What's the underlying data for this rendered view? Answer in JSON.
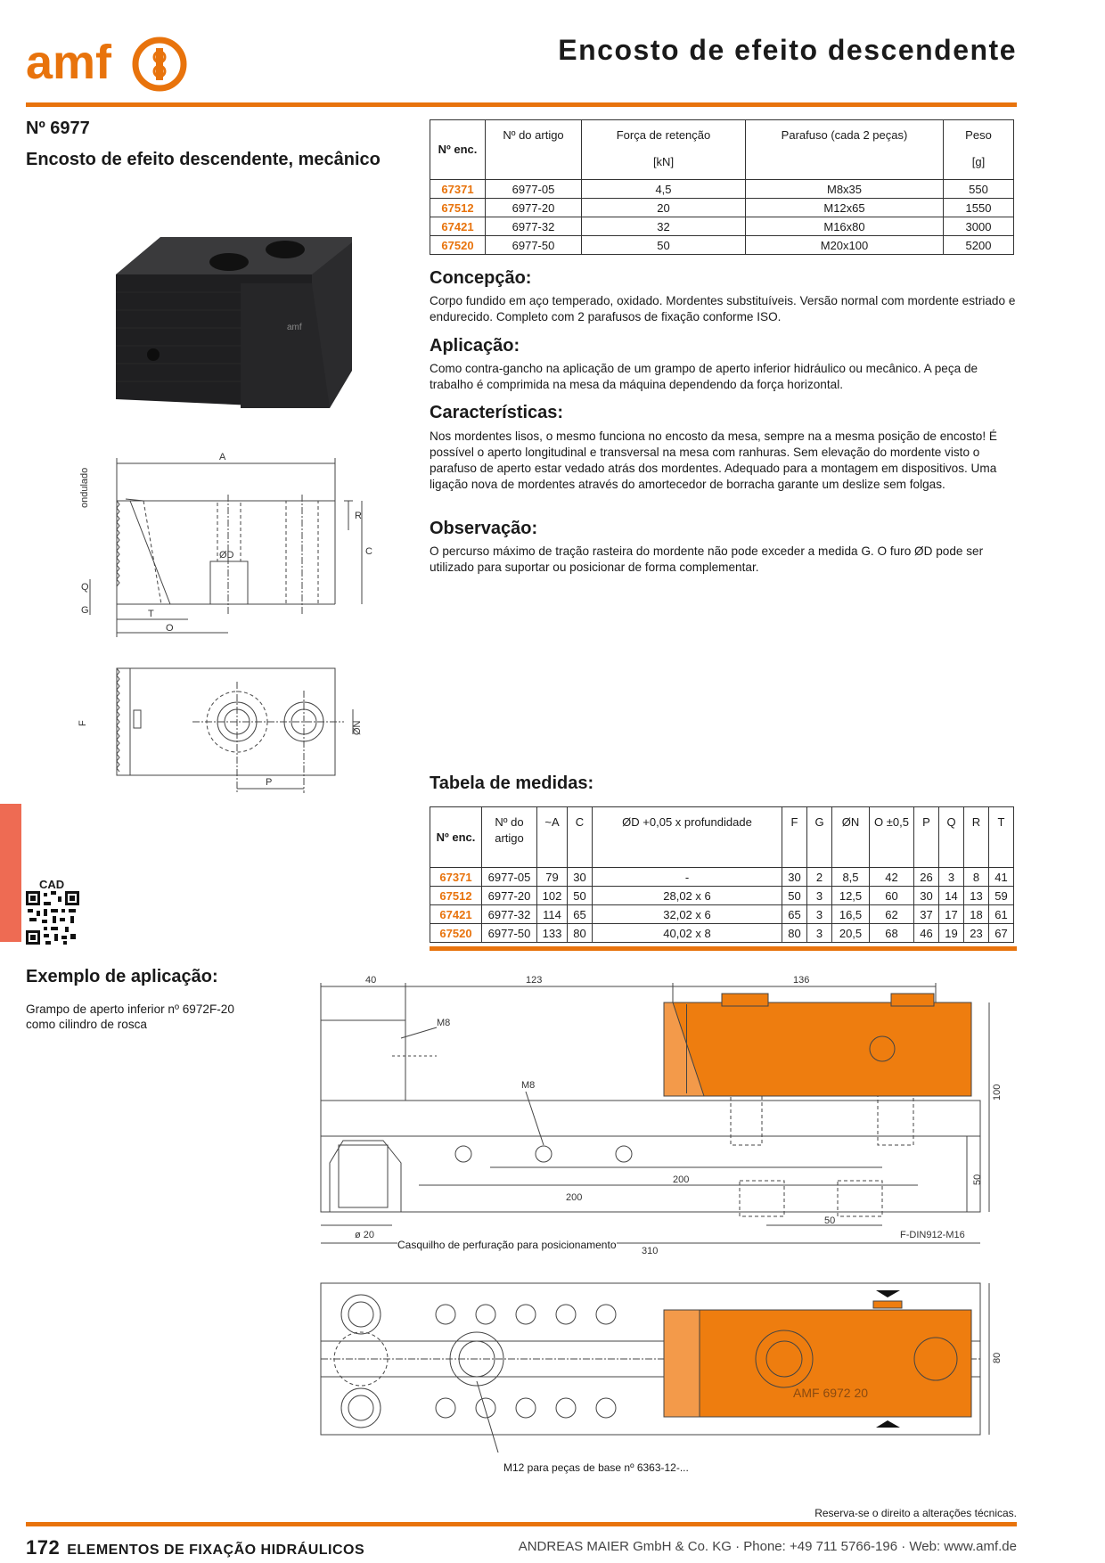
{
  "header": {
    "logo_text": "amf",
    "title": "Encosto de efeito descendente"
  },
  "product": {
    "number": "Nº 6977",
    "subtitle": "Encosto de efeito descendente, mecânico"
  },
  "spec_table": {
    "headers": [
      "Nº enc.",
      "Nº do artigo",
      "Força de retenção",
      "Parafuso (cada 2 peças)",
      "Peso"
    ],
    "units": [
      "",
      "",
      "[kN]",
      "",
      "[g]"
    ],
    "rows": [
      [
        "67371",
        "6977-05",
        "4,5",
        "M8x35",
        "550"
      ],
      [
        "67512",
        "6977-20",
        "20",
        "M12x65",
        "1550"
      ],
      [
        "67421",
        "6977-32",
        "32",
        "M16x80",
        "3000"
      ],
      [
        "67520",
        "6977-50",
        "50",
        "M20x100",
        "5200"
      ]
    ]
  },
  "sections": {
    "concepcao_title": "Concepção:",
    "concepcao_text": "Corpo fundido em aço temperado, oxidado. Mordentes substituíveis. Versão normal com mordente estriado e endurecido. Completo com 2 parafusos de fixação conforme ISO.",
    "aplicacao_title": "Aplicação:",
    "aplicacao_text": "Como contra-gancho na aplicação de um grampo de aperto inferior hidráulico ou mecânico. A peça de trabalho é comprimida na mesa da máquina dependendo da força horizontal.",
    "caracteristicas_title": "Características:",
    "caracteristicas_text": "Nos mordentes lisos, o mesmo funciona no encosto da mesa, sempre na a mesma posição de encosto! É possível o aperto longitudinal e transversal na mesa com ranhuras. Sem elevação do mordente visto o parafuso de aperto estar vedado atrás dos mordentes. Adequado para a montagem em dispositivos. Uma ligação nova de mordentes através do amortecedor de borracha garante um deslize sem folgas.",
    "observacao_title": "Observação:",
    "observacao_text": "O percurso máximo de tração rasteira do mordente não pode exceder a medida G. O furo ØD pode ser utilizado para suportar ou posicionar de forma complementar."
  },
  "drawing_labels": {
    "ondulado": "ondulado",
    "A": "A",
    "R": "R",
    "C": "C",
    "D": "ØD",
    "Q": "Q",
    "G": "G",
    "T": "T",
    "O": "O",
    "F": "F",
    "N": "ØN",
    "P": "P"
  },
  "dims_table": {
    "title": "Tabela de medidas:",
    "headers": [
      "Nº enc.",
      "Nº do artigo",
      "~A",
      "C",
      "ØD +0,05 x profundidade",
      "F",
      "G",
      "ØN",
      "O ±0,5",
      "P",
      "Q",
      "R",
      "T"
    ],
    "rows": [
      [
        "67371",
        "6977-05",
        "79",
        "30",
        "-",
        "30",
        "2",
        "8,5",
        "42",
        "26",
        "3",
        "8",
        "41"
      ],
      [
        "67512",
        "6977-20",
        "102",
        "50",
        "28,02 x 6",
        "50",
        "3",
        "12,5",
        "60",
        "30",
        "14",
        "13",
        "59"
      ],
      [
        "67421",
        "6977-32",
        "114",
        "65",
        "32,02 x 6",
        "65",
        "3",
        "16,5",
        "62",
        "37",
        "17",
        "18",
        "61"
      ],
      [
        "67520",
        "6977-50",
        "133",
        "80",
        "40,02 x 8",
        "80",
        "3",
        "20,5",
        "68",
        "46",
        "19",
        "23",
        "67"
      ]
    ]
  },
  "cad_label": "CAD",
  "example": {
    "title": "Exemplo de aplicação:",
    "text": "Grampo de aperto inferior nº 6972F-20 como cilindro de rosca",
    "caption1": "Casquilho de perfuração para posicionamento",
    "caption2": "M12 para peças de base nº 6363-12-...",
    "dims": [
      "40",
      "123",
      "136",
      "M8",
      "M8",
      "200",
      "200",
      "50",
      "310",
      "100",
      "50",
      "80",
      "ø 20",
      "F-DIN912-M16"
    ],
    "body_marking": "AMF 6972 20"
  },
  "footer": {
    "page": "172",
    "section": "ELEMENTOS DE FIXAÇÃO HIDRÁULICOS",
    "reserve": "Reserva-se o direito a alterações técnicas.",
    "company": "ANDREAS MAIER GmbH & Co. KG · Phone: +49 711 5766-196 · Web: www.amf.de"
  },
  "colors": {
    "accent": "#e8730c",
    "side_tab": "#ee6b53"
  }
}
